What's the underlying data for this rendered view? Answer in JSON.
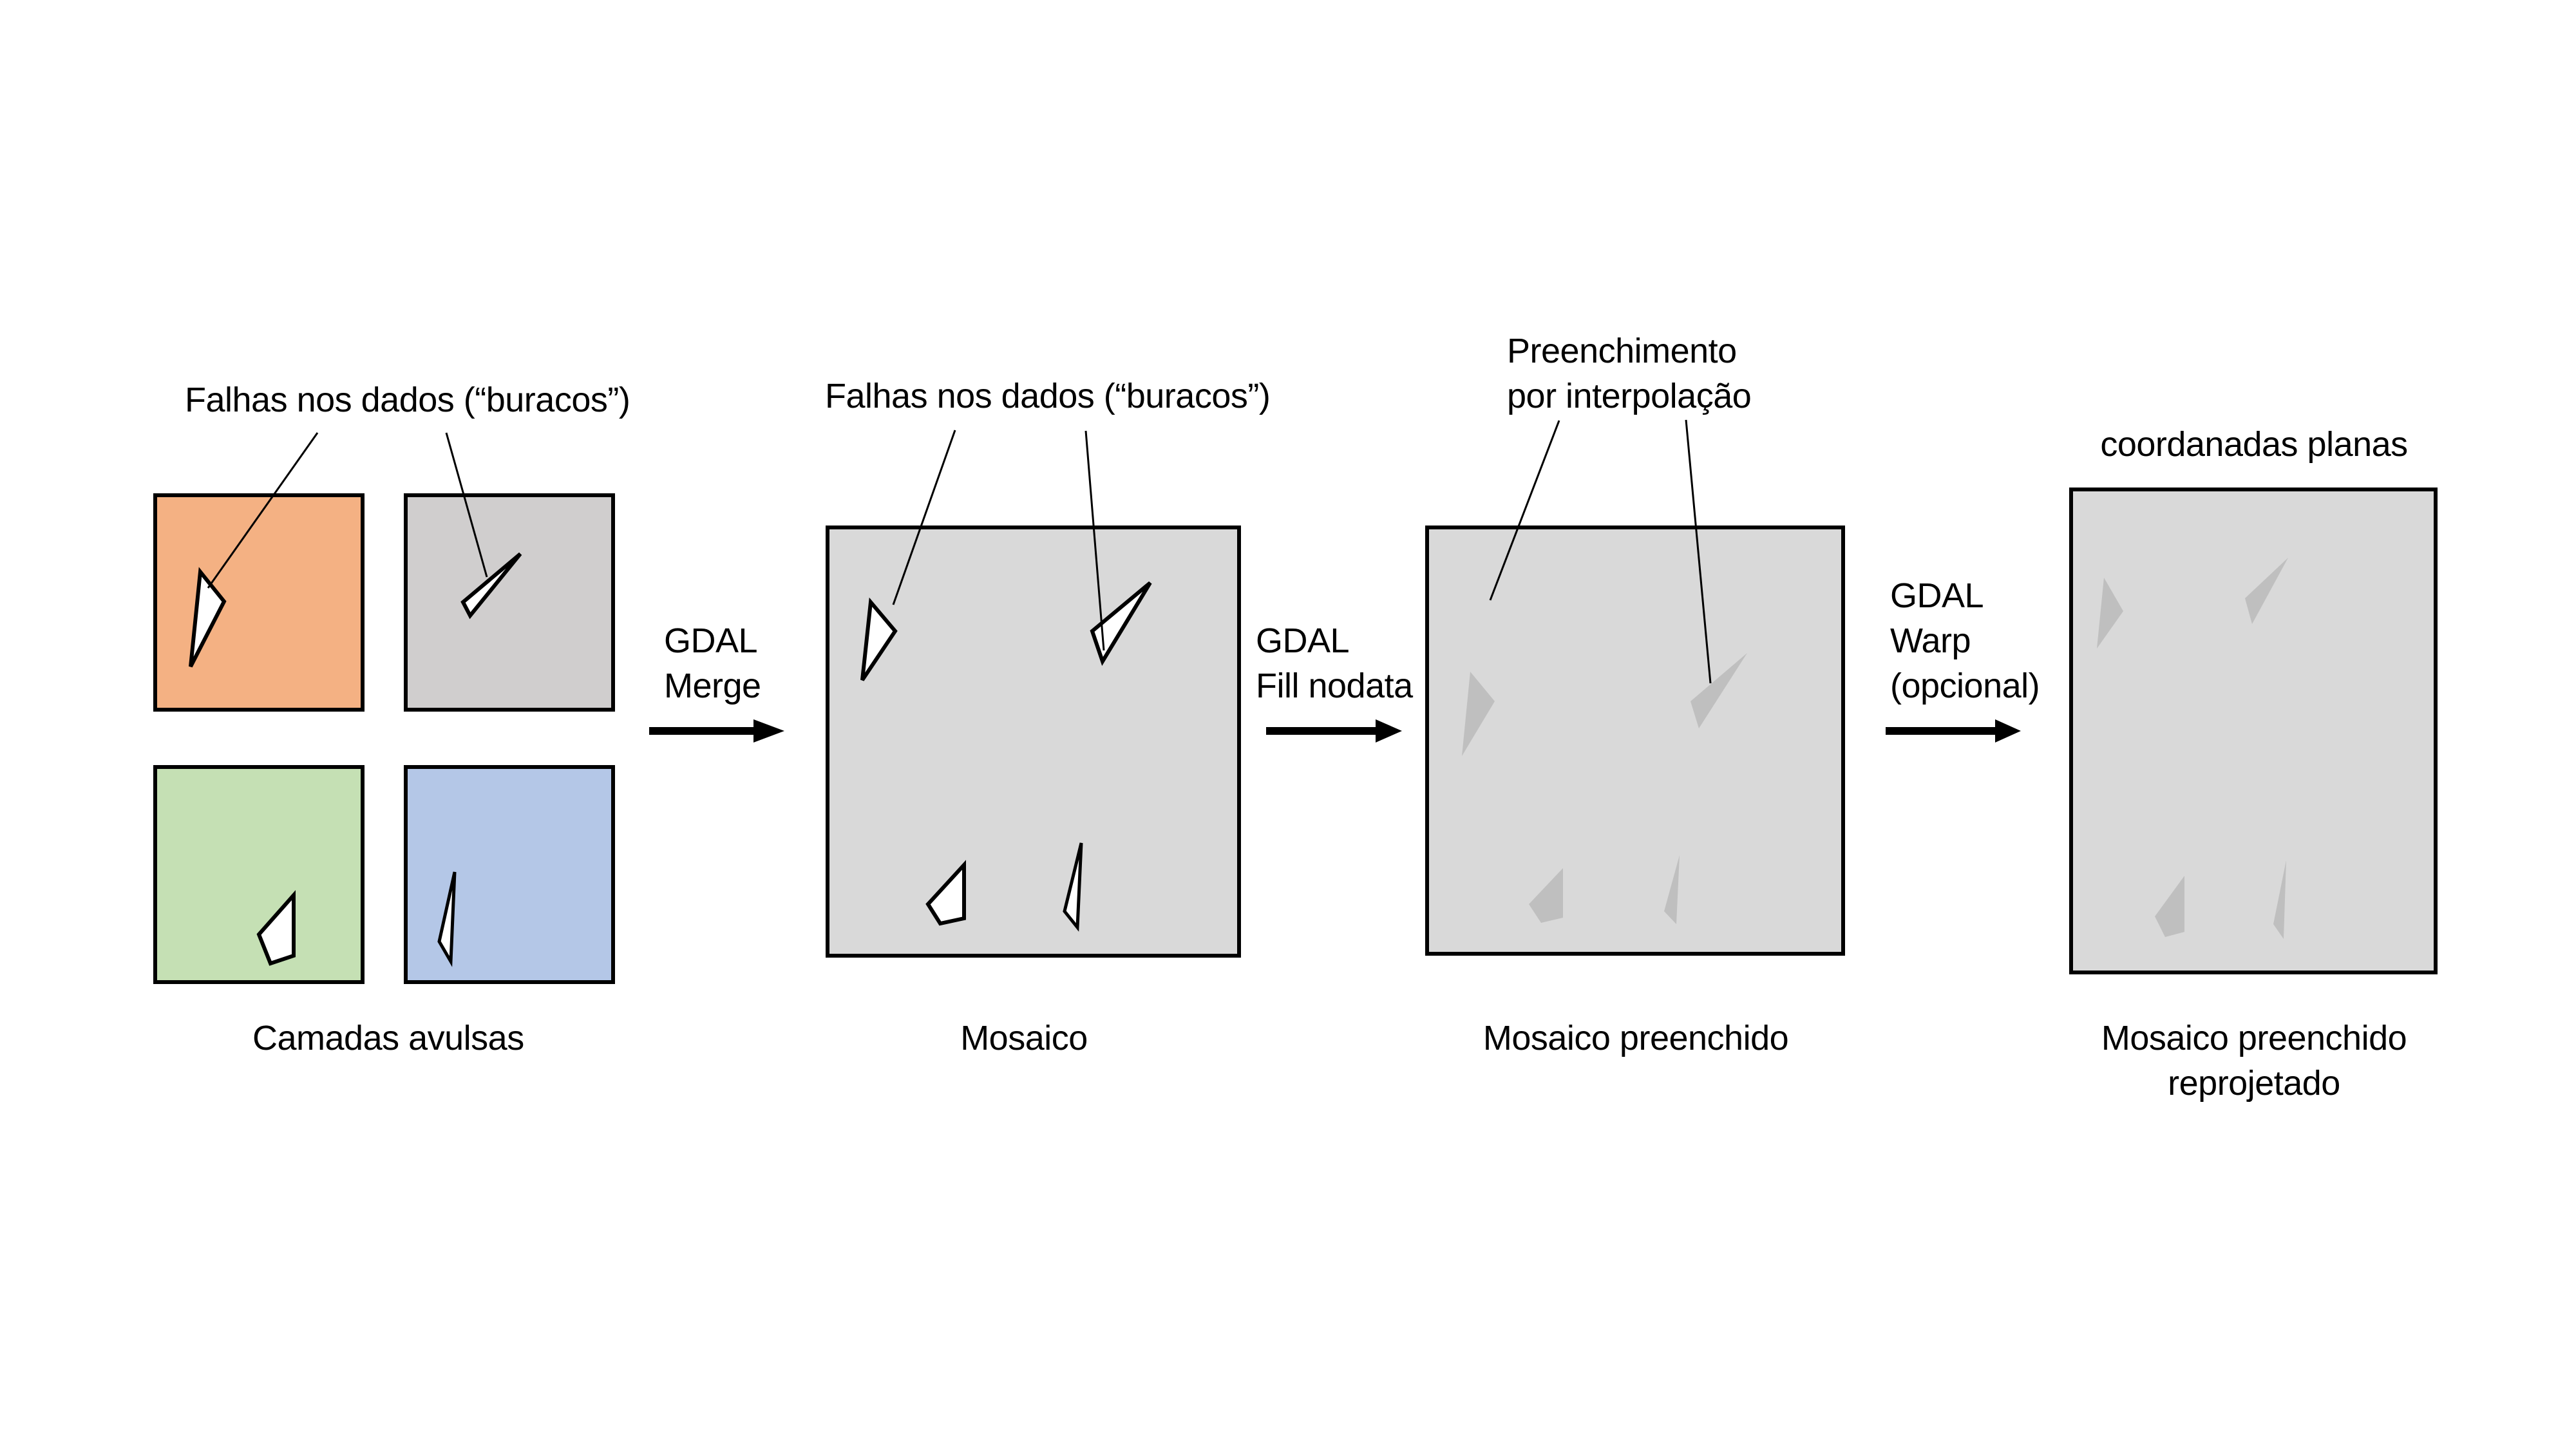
{
  "colors": {
    "layer_orange": "#F4B183",
    "layer_gray": "#D0CECE",
    "layer_green": "#C5E0B4",
    "layer_blue": "#B4C7E7",
    "mosaic_fill": "#D9D9D9",
    "filled_hole": "#BFBFBF",
    "hole_fill": "#FFFFFF",
    "outline": "#000000"
  },
  "stages": {
    "layers": {
      "caption": "Camadas avulsas",
      "callout": "Falhas nos dados (“buracos”)"
    },
    "mosaic": {
      "caption": "Mosaico",
      "callout": "Falhas nos dados (“buracos”)"
    },
    "filled": {
      "caption": "Mosaico preenchido",
      "callout_line1": "Preenchimento",
      "callout_line2": "por interpolação"
    },
    "reprojected": {
      "caption_line1": "Mosaico preenchido",
      "caption_line2": "reprojetado",
      "top_label": "coordanadas planas"
    }
  },
  "steps": [
    {
      "line1": "GDAL",
      "line2": "Merge"
    },
    {
      "line1": "GDAL",
      "line2": "Fill nodata"
    },
    {
      "line1": "GDAL",
      "line2": "Warp",
      "line3": "(opcional)"
    }
  ]
}
